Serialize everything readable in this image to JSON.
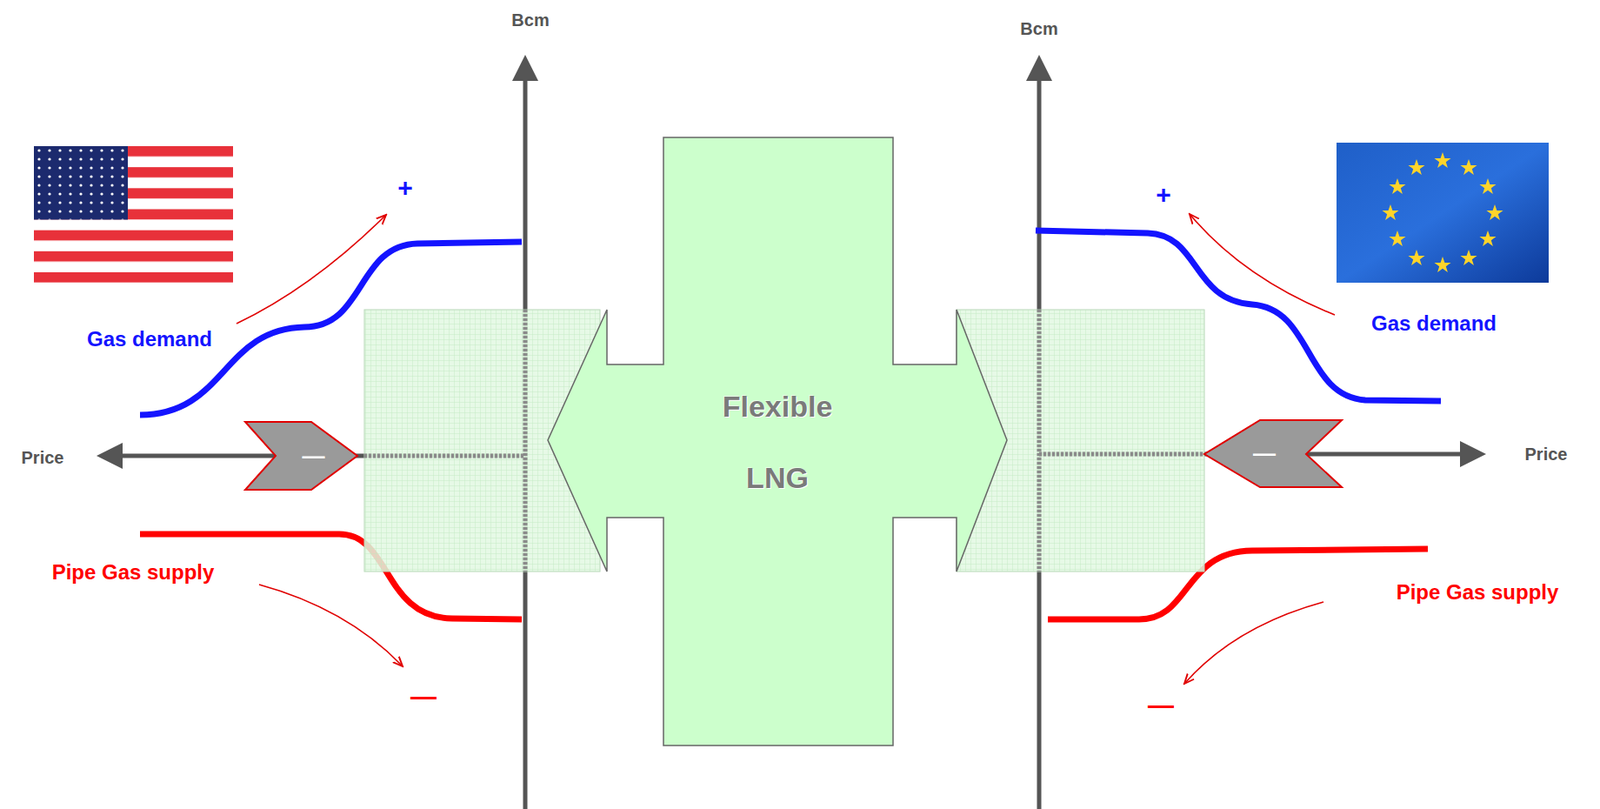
{
  "diagram": {
    "nodes": [
      {
        "text": [
          "Flexible LNG"
        ]
      },
      {
        "text": [
          "—"
        ]
      },
      {
        "text": [
          "—"
        ]
      }
    ],
    "labels": [
      "Bcm",
      "Bcm",
      "Price",
      "Price",
      "+",
      "Gas demand",
      "—",
      "Pipe Gas supply",
      "+",
      "Gas demand",
      "—",
      "Pipe Gas supply"
    ]
  }
}
